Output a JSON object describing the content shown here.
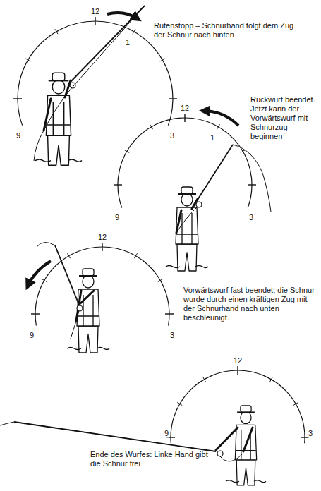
{
  "diagram": {
    "labels": [
      "12",
      "1",
      "Rutenstopp – Schnurhand folgt dem Zug der Schnur nach hinten",
      "9",
      "3",
      "12",
      "1",
      "Rückwurf beendet. Jetzt kann der Vorwärtswurf mit Schnurzug beginnen",
      "9",
      "3",
      "12",
      "Vorwärtswurf fast beendet; die Schnur wurde durch einen kräftigen Zug mit der Schnurhand nach unten beschleunigt.",
      "9",
      "3",
      "12",
      "9",
      "3",
      "Ende des Wurfes: Linke Hand gibt die Schnur frei"
    ]
  }
}
